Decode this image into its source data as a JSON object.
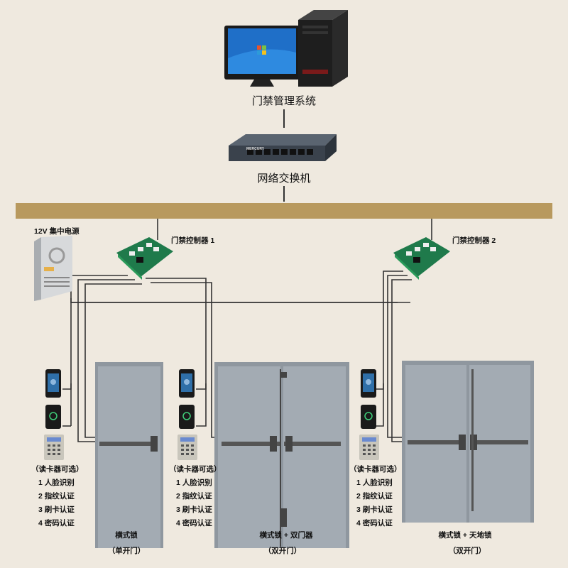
{
  "pc_label": "门禁管理系统",
  "switch_label": "网络交换机",
  "switch_brand": "MERCURY",
  "power_label": "12V 集中电源",
  "controllers": [
    {
      "label": "门禁控制器 1"
    },
    {
      "label": "门禁控制器 2"
    }
  ],
  "reader_groups": [
    {
      "title": "（读卡器可选）",
      "options": [
        "1 人脸识别",
        "2 指纹认证",
        "3 刷卡认证",
        "4 密码认证"
      ]
    },
    {
      "title": "（读卡器可选）",
      "options": [
        "1 人脸识别",
        "2 指纹认证",
        "3 刷卡认证",
        "4 密码认证"
      ]
    },
    {
      "title": "（读卡器可选）",
      "options": [
        "1 人脸识别",
        "2 指纹认证",
        "3 刷卡认证",
        "4 密码认证"
      ]
    }
  ],
  "doors": [
    {
      "lock": "横式锁",
      "type": "（单开门）"
    },
    {
      "lock": "横式锁 + 双门器",
      "type": "（双开门）"
    },
    {
      "lock": "横式锁 + 天地锁",
      "type": "（双开门）"
    }
  ],
  "colors": {
    "background": "#efe9df",
    "bus": "#b8995e",
    "door": "#8f979f",
    "wire": "#333333"
  }
}
